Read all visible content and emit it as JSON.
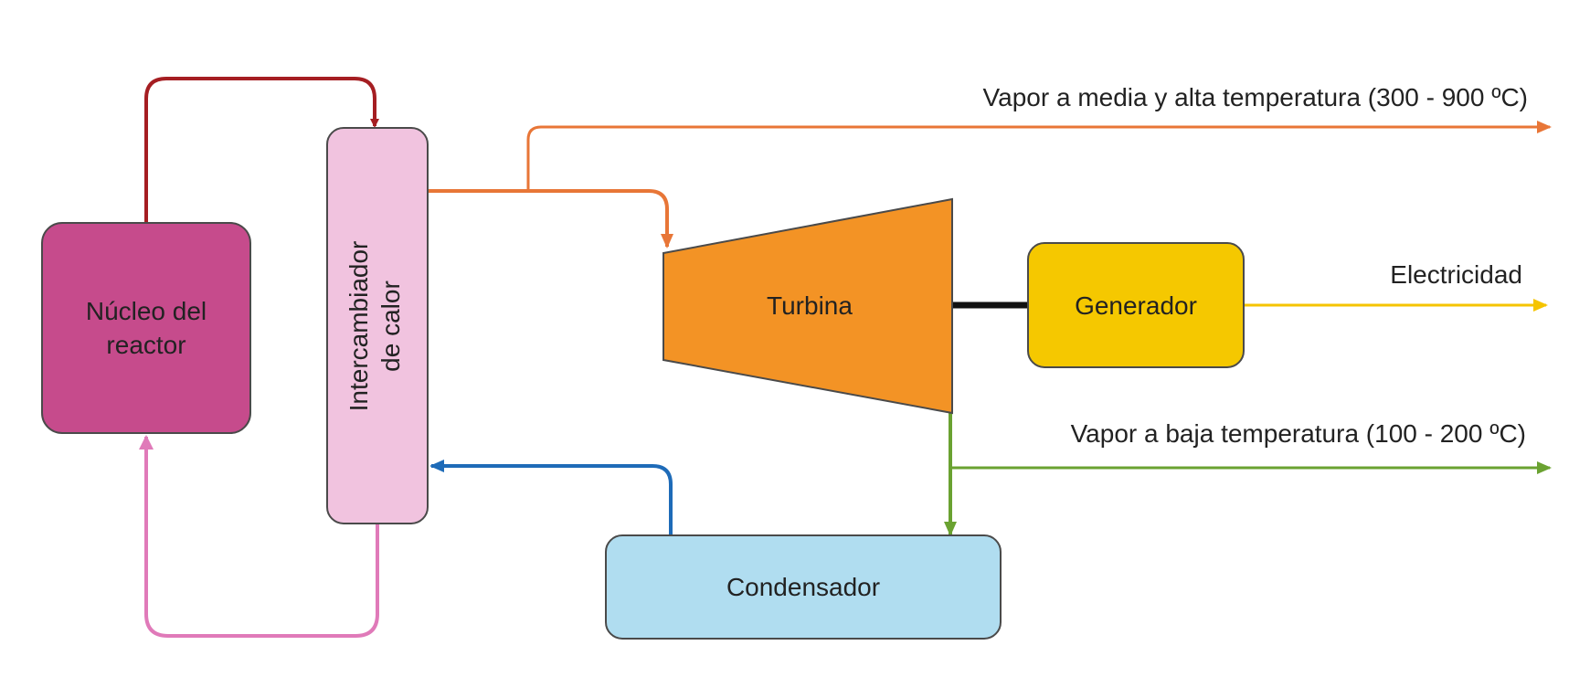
{
  "nodes": {
    "reactor": {
      "line1": "Núcleo del",
      "line2": "reactor"
    },
    "exchanger": {
      "line1": "Intercambiador",
      "line2": "de calor"
    },
    "turbine": {
      "label": "Turbina"
    },
    "generator": {
      "label": "Generador"
    },
    "condenser": {
      "label": "Condensador"
    }
  },
  "outputs": {
    "high_temp_steam": "Vapor a media y alta temperatura (300 - 900 ºC)",
    "electricity": "Electricidad",
    "low_temp_steam": "Vapor a baja temperatura (100 - 200 ºC)"
  },
  "colors": {
    "reactor_fill": "#c64b8c",
    "exchanger_fill": "#f1c3df",
    "turbine_fill": "#f39325",
    "generator_fill": "#f5c800",
    "condenser_fill": "#b0ddf0",
    "primary_loop_hot": "#a51e22",
    "primary_loop_cold": "#e07ab9",
    "steam_line": "#e87637",
    "electricity_line": "#f5c400",
    "low_temp_steam_line": "#6aa231",
    "condensate_line": "#1e6bb8",
    "shaft": "#111111"
  }
}
